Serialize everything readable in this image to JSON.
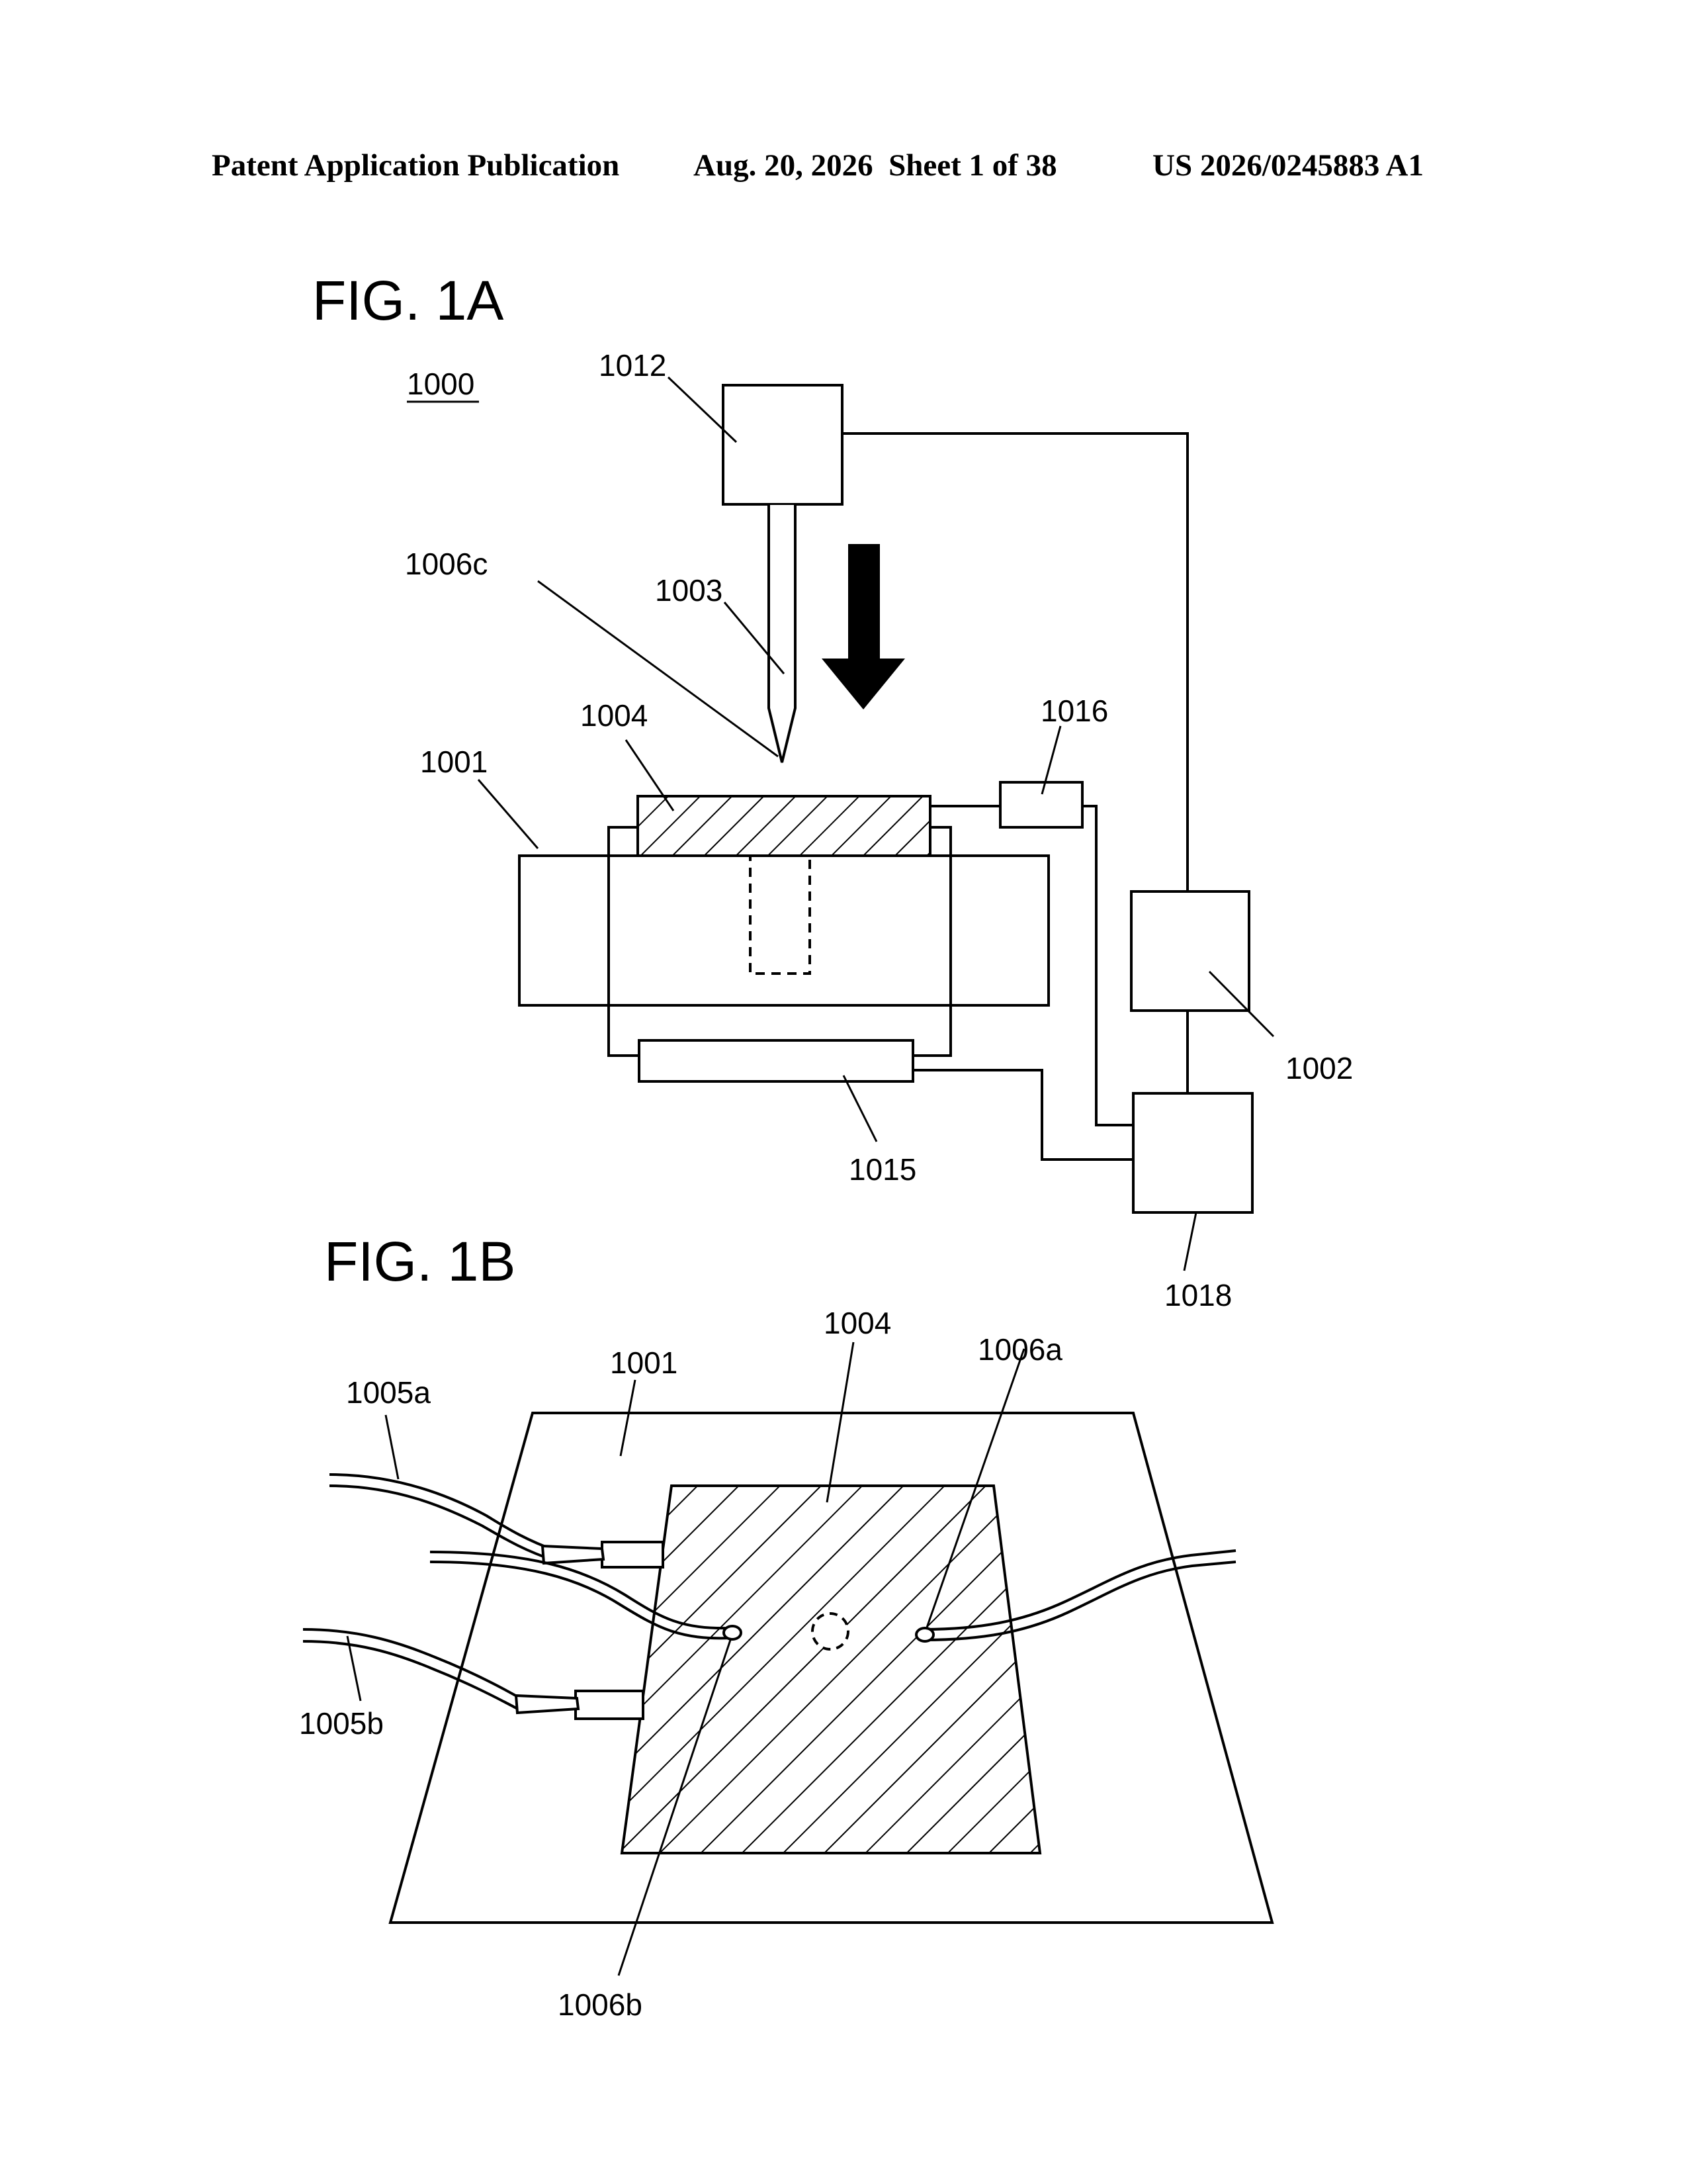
{
  "header": {
    "publication_type": "Patent Application Publication",
    "date_sheet": "Aug. 20, 2026  Sheet 1 of 38",
    "publication_number": "US 2026/0245883 A1"
  },
  "figure_1a": {
    "title": "FIG. 1A",
    "system_label": "1000",
    "labels": {
      "r1012": "1012",
      "r1006c": "1006c",
      "r1003": "1003",
      "r1004": "1004",
      "r1016": "1016",
      "r1001": "1001",
      "r1002": "1002",
      "r1015": "1015",
      "r1018": "1018"
    }
  },
  "figure_1b": {
    "title": "FIG. 1B",
    "labels": {
      "r1001": "1001",
      "r1004": "1004",
      "r1006a": "1006a",
      "r1005a": "1005a",
      "r1005b": "1005b",
      "r1006b": "1006b"
    }
  },
  "colors": {
    "ink": "#000000",
    "paper": "#ffffff"
  }
}
